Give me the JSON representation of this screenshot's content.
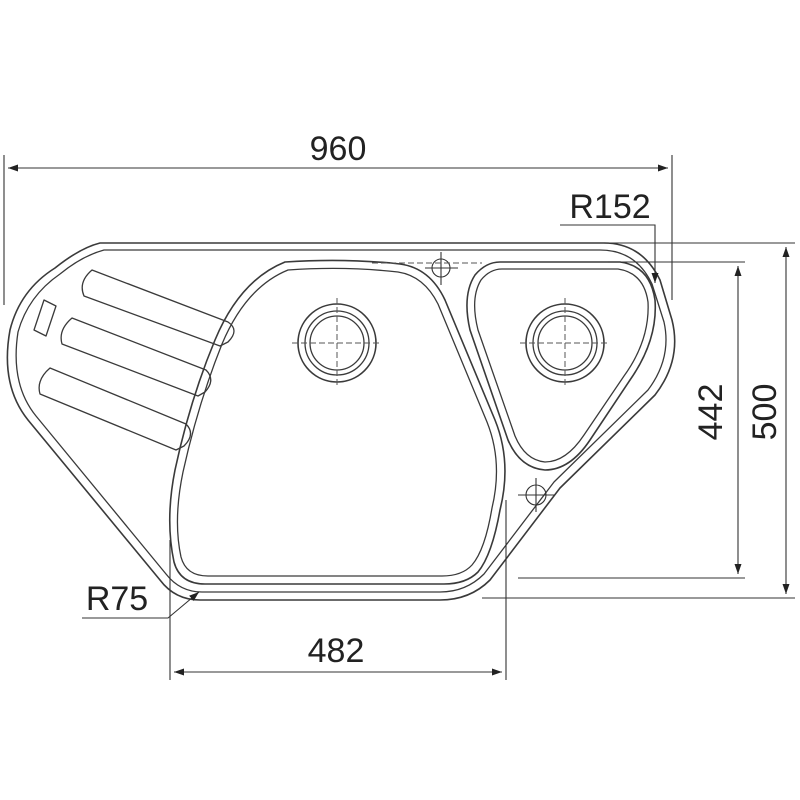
{
  "drawing": {
    "overall_width_label": "960",
    "corner_radius_label": "R152",
    "small_bowl_depth_label": "442",
    "overall_depth_label": "500",
    "large_bowl_width_label": "482",
    "bottom_radius_label": "R75"
  }
}
